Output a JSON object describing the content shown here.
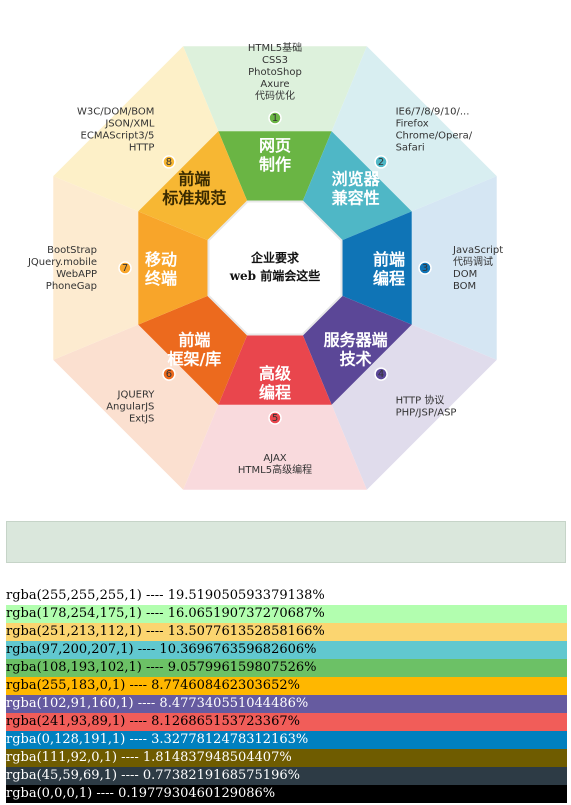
{
  "diagram": {
    "center": {
      "line1": "企业要求",
      "line2": "web 前端会这些"
    },
    "segments": [
      {
        "id": "web-page",
        "line1": "网页",
        "line2": "制作",
        "number": "1",
        "color": "#6ab544",
        "outer": [
          "HTML5基础",
          "CSS3",
          "PhotoShop",
          "Axure",
          "代码优化"
        ]
      },
      {
        "id": "compatibility",
        "line1": "浏览器",
        "line2": "兼容性",
        "number": "2",
        "color": "#4fb7c6",
        "outer": [
          "IE6/7/8/9/10/...",
          "Firefox",
          "Chrome/Opera/",
          "Safari"
        ]
      },
      {
        "id": "programming",
        "line1": "前端",
        "line2": "编程",
        "number": "3",
        "color": "#0f74b6",
        "outer": [
          "JavaScript",
          "代码调试",
          "DOM",
          "BOM"
        ]
      },
      {
        "id": "server-tech",
        "line1": "服务器端",
        "line2": "技术",
        "number": "4",
        "color": "#5b4797",
        "outer": [
          "HTTP 协议",
          "PHP/JSP/ASP"
        ]
      },
      {
        "id": "advanced",
        "line1": "高级",
        "line2": "编程",
        "number": "5",
        "color": "#e9464d",
        "outer": [
          "AJAX",
          "HTML5高级编程"
        ]
      },
      {
        "id": "framework",
        "line1": "前端",
        "line2": "框架/库",
        "number": "6",
        "color": "#ec6a1e",
        "outer": [
          "JQUERY",
          "AngularJS",
          "ExtJS"
        ]
      },
      {
        "id": "mobile",
        "line1": "移动",
        "line2": "终端",
        "number": "7",
        "color": "#f8a52a",
        "outer": [
          "BootStrap",
          "JQuery.mobile",
          "WebAPP",
          "PhoneGap"
        ]
      },
      {
        "id": "standards",
        "line1": "前端",
        "line2": "标准规范",
        "number": "8",
        "color": "#f7b733",
        "outer": [
          "W3C/DOM/BOM",
          "JSON/XML",
          "ECMAScript3/5",
          "HTTP"
        ]
      }
    ]
  },
  "colors": [
    {
      "label": "rgba(255,255,255,1) ---- 19.519050593379138%",
      "bg": "#ffffff",
      "fg": "#000000"
    },
    {
      "label": "rgba(178,254,175,1) ---- 16.065190737270687%",
      "bg": "#b2feaf",
      "fg": "#000000"
    },
    {
      "label": "rgba(251,213,112,1) ---- 13.507761352858166%",
      "bg": "#fbd570",
      "fg": "#000000"
    },
    {
      "label": "rgba(97,200,207,1) ---- 10.369676359682606%",
      "bg": "#61c8cf",
      "fg": "#000000"
    },
    {
      "label": "rgba(108,193,102,1) ---- 9.057996159807526%",
      "bg": "#6cc166",
      "fg": "#000000"
    },
    {
      "label": "rgba(255,183,0,1) ---- 8.774608462303652%",
      "bg": "#ffb700",
      "fg": "#000000"
    },
    {
      "label": "rgba(102,91,160,1) ---- 8.477340551044486%",
      "bg": "#665ba0",
      "fg": "#ffffff"
    },
    {
      "label": "rgba(241,93,89,1) ---- 8.126865153723367%",
      "bg": "#f15d59",
      "fg": "#000000"
    },
    {
      "label": "rgba(0,128,191,1) ---- 3.3277812478312163%",
      "bg": "#0080bf",
      "fg": "#ffffff"
    },
    {
      "label": "rgba(111,92,0,1) ---- 1.814837948504407%",
      "bg": "#6f5c00",
      "fg": "#ffffff"
    },
    {
      "label": "rgba(45,59,69,1) ---- 0.7738219168575196%",
      "bg": "#2d3b45",
      "fg": "#ffffff"
    },
    {
      "label": "rgba(0,0,0,1) ---- 0.1977930460129086%",
      "bg": "#000000",
      "fg": "#ffffff"
    }
  ]
}
